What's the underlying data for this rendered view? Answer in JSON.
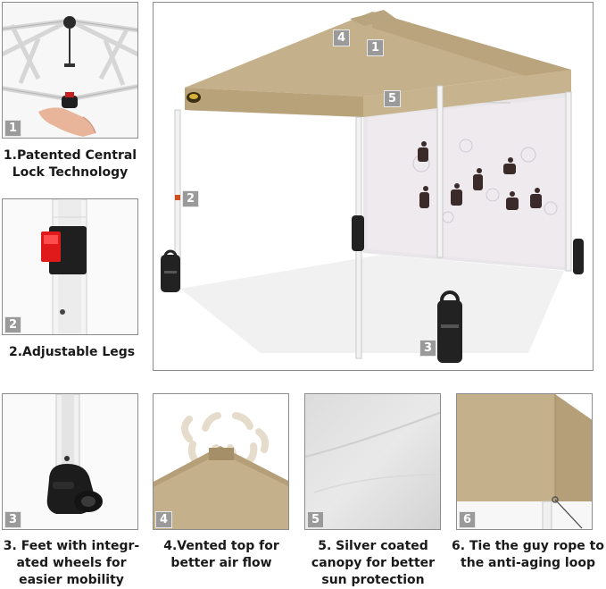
{
  "features": [
    {
      "number": "1",
      "caption_line1": "1.Patented Central",
      "caption_line2": "Lock Technology",
      "icon": "central-lock-hub"
    },
    {
      "number": "2",
      "caption": "2.Adjustable Legs",
      "icon": "leg-push-button"
    },
    {
      "number": "3",
      "caption_line1": "3. Feet with integr-",
      "caption_line2": "ated wheels for",
      "caption_line3": "easier mobility",
      "icon": "leg-foot-wheel"
    },
    {
      "number": "4",
      "caption_line1": "4.Vented top for",
      "caption_line2": "better air flow",
      "icon": "vented-top-airflow"
    },
    {
      "number": "5",
      "caption_line1": "5. Silver coated",
      "caption_line2": "canopy for better",
      "caption_line3": "sun protection",
      "icon": "silver-coated-fabric"
    },
    {
      "number": "6",
      "caption_line1": "6. Tie the guy rope to",
      "caption_line2": "the anti-aging loop",
      "icon": "guy-rope-loop"
    }
  ],
  "main_image": {
    "labels": [
      "4",
      "1",
      "5",
      "2",
      "3"
    ],
    "icon": "canopy-tent-with-sidewall"
  },
  "colors": {
    "canopy_tan": "#c4b08a",
    "badge_gray": "#9a9a9a",
    "frame_white": "#f2f2f2",
    "weight_bag": "#222222",
    "lock_red": "#e0191b"
  }
}
